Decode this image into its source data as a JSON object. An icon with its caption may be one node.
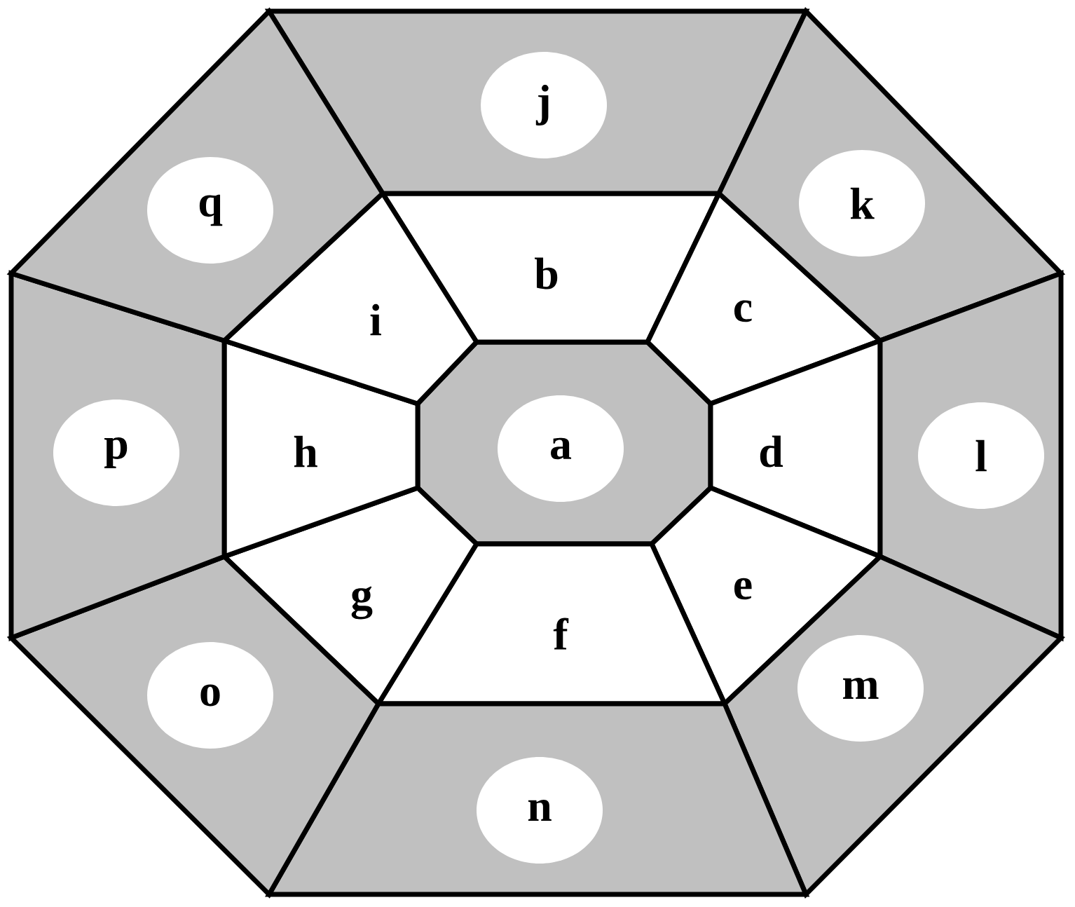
{
  "diagram": {
    "nodes": [
      {
        "text": [
          "a"
        ]
      },
      {
        "text": [
          "b"
        ]
      },
      {
        "text": [
          "c"
        ]
      },
      {
        "text": [
          "d"
        ]
      },
      {
        "text": [
          "e"
        ]
      },
      {
        "text": [
          "f"
        ]
      },
      {
        "text": [
          "g"
        ]
      },
      {
        "text": [
          "h"
        ]
      },
      {
        "text": [
          "i"
        ]
      },
      {
        "text": [
          "j"
        ]
      },
      {
        "text": [
          "k"
        ]
      },
      {
        "text": [
          "l"
        ]
      },
      {
        "text": [
          "m"
        ]
      },
      {
        "text": [
          "n"
        ]
      },
      {
        "text": [
          "o"
        ]
      },
      {
        "text": [
          "p"
        ]
      },
      {
        "text": [
          "q"
        ]
      }
    ]
  }
}
